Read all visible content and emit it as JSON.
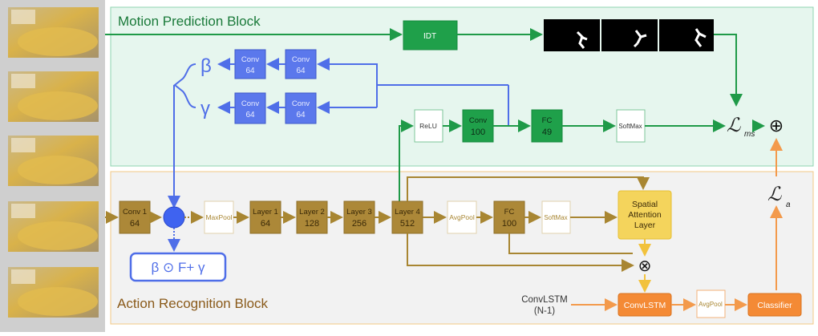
{
  "blocks": {
    "motion": "Motion Prediction Block",
    "action": "Action Recognition Block"
  },
  "motion_nodes": {
    "idt": "IDT",
    "conv_beta": [
      "Conv",
      "64"
    ],
    "conv_beta2": [
      "Conv",
      "64"
    ],
    "conv_gamma": [
      "Conv",
      "64"
    ],
    "conv_gamma2": [
      "Conv",
      "64"
    ],
    "relu": "ReLU",
    "conv100": [
      "Conv",
      "100"
    ],
    "fc49": [
      "FC",
      "49"
    ],
    "softmax": "SoftMax"
  },
  "symbols": {
    "beta": "β",
    "gamma": "γ",
    "film": "β ⊙ F+ γ",
    "loss_ms": "ℒ",
    "loss_ms_sub": "ms",
    "loss_a": "ℒ",
    "loss_a_sub": "a",
    "oplus": "⊕",
    "otimes": "⊗"
  },
  "action_nodes": {
    "conv1": [
      "Conv 1",
      "64"
    ],
    "maxpool": "MaxPool",
    "layer1": [
      "Layer 1",
      "64"
    ],
    "layer2": [
      "Layer 2",
      "128"
    ],
    "layer3": [
      "Layer 3",
      "256"
    ],
    "layer4": [
      "Layer 4",
      "512"
    ],
    "avgpool": "AvgPool",
    "fc100": [
      "FC",
      "100"
    ],
    "softmax": "SoftMax",
    "spatial": [
      "Spatial",
      "Attention",
      "Layer"
    ],
    "convlstm_in": [
      "ConvLSTM",
      "(N-1)"
    ],
    "convlstm": "ConvLSTM",
    "avgpool2": "AvgPool",
    "classifier": "Classifier"
  },
  "colors": {
    "motion_bg": "#e6f6ee",
    "motion_border": "#8fd4b0",
    "action_bg": "#f2f2f2",
    "action_border": "#f3c884",
    "green": "#1fa04a",
    "green_dark": "#1a7a3a",
    "blue": "#4f6ee8",
    "brown": "#b08a33",
    "brown_fill": "#ac8838",
    "yellow": "#f4d45c",
    "orange": "#f39a4c",
    "orange_fill": "#f48a35"
  }
}
